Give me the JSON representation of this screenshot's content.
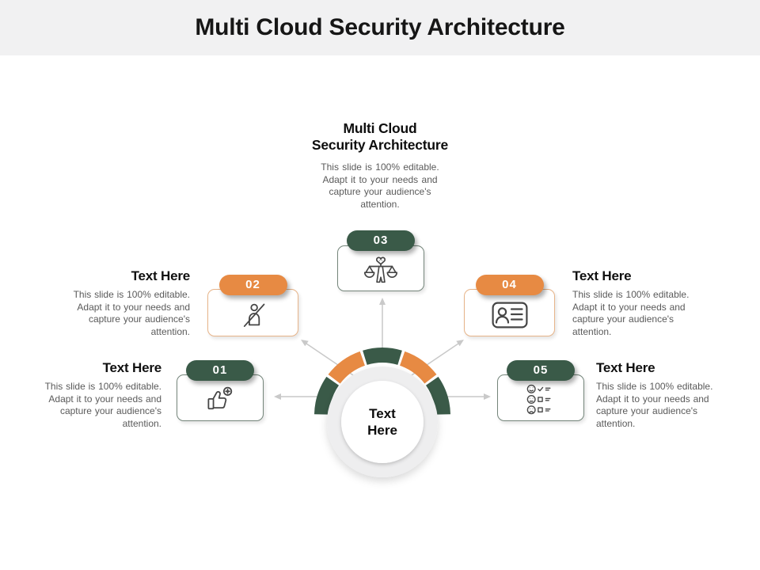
{
  "slide_title": "Multi Cloud Security Architecture",
  "colors": {
    "green": "#3a5a48",
    "orange": "#e78a43",
    "header_background": "#f1f1f2",
    "icon_stroke": "#464646",
    "connector": "#c9c9c9"
  },
  "center_heading": {
    "title_line1": "Multi Cloud",
    "title_line2": "Security Architecture",
    "description": "This slide is 100% editable. Adapt it to your needs and capture your audience's attention."
  },
  "hub": {
    "label": "Text Here"
  },
  "ring": {
    "segments": [
      "green",
      "orange",
      "green",
      "orange",
      "green"
    ]
  },
  "nodes": [
    {
      "number": "01",
      "color": "green",
      "icon": "thumbs-up-plus-icon"
    },
    {
      "number": "02",
      "color": "orange",
      "icon": "no-user-icon"
    },
    {
      "number": "03",
      "color": "green",
      "icon": "heart-scales-icon"
    },
    {
      "number": "04",
      "color": "orange",
      "icon": "id-card-icon"
    },
    {
      "number": "05",
      "color": "green",
      "icon": "survey-faces-icon"
    }
  ],
  "text_blocks": [
    {
      "position": "top-left",
      "heading": "Text Here",
      "body": "This slide is 100% editable. Adapt it to your needs and capture your audience's attention."
    },
    {
      "position": "bottom-left",
      "heading": "Text Here",
      "body": "This slide is 100% editable. Adapt it to your needs and capture your audience's attention."
    },
    {
      "position": "top-right",
      "heading": "Text Here",
      "body": "This slide is 100% editable. Adapt it to your needs and capture your audience's attention."
    },
    {
      "position": "bottom-right",
      "heading": "Text Here",
      "body": "This slide is 100% editable. Adapt it to your needs and capture your audience's attention."
    }
  ]
}
